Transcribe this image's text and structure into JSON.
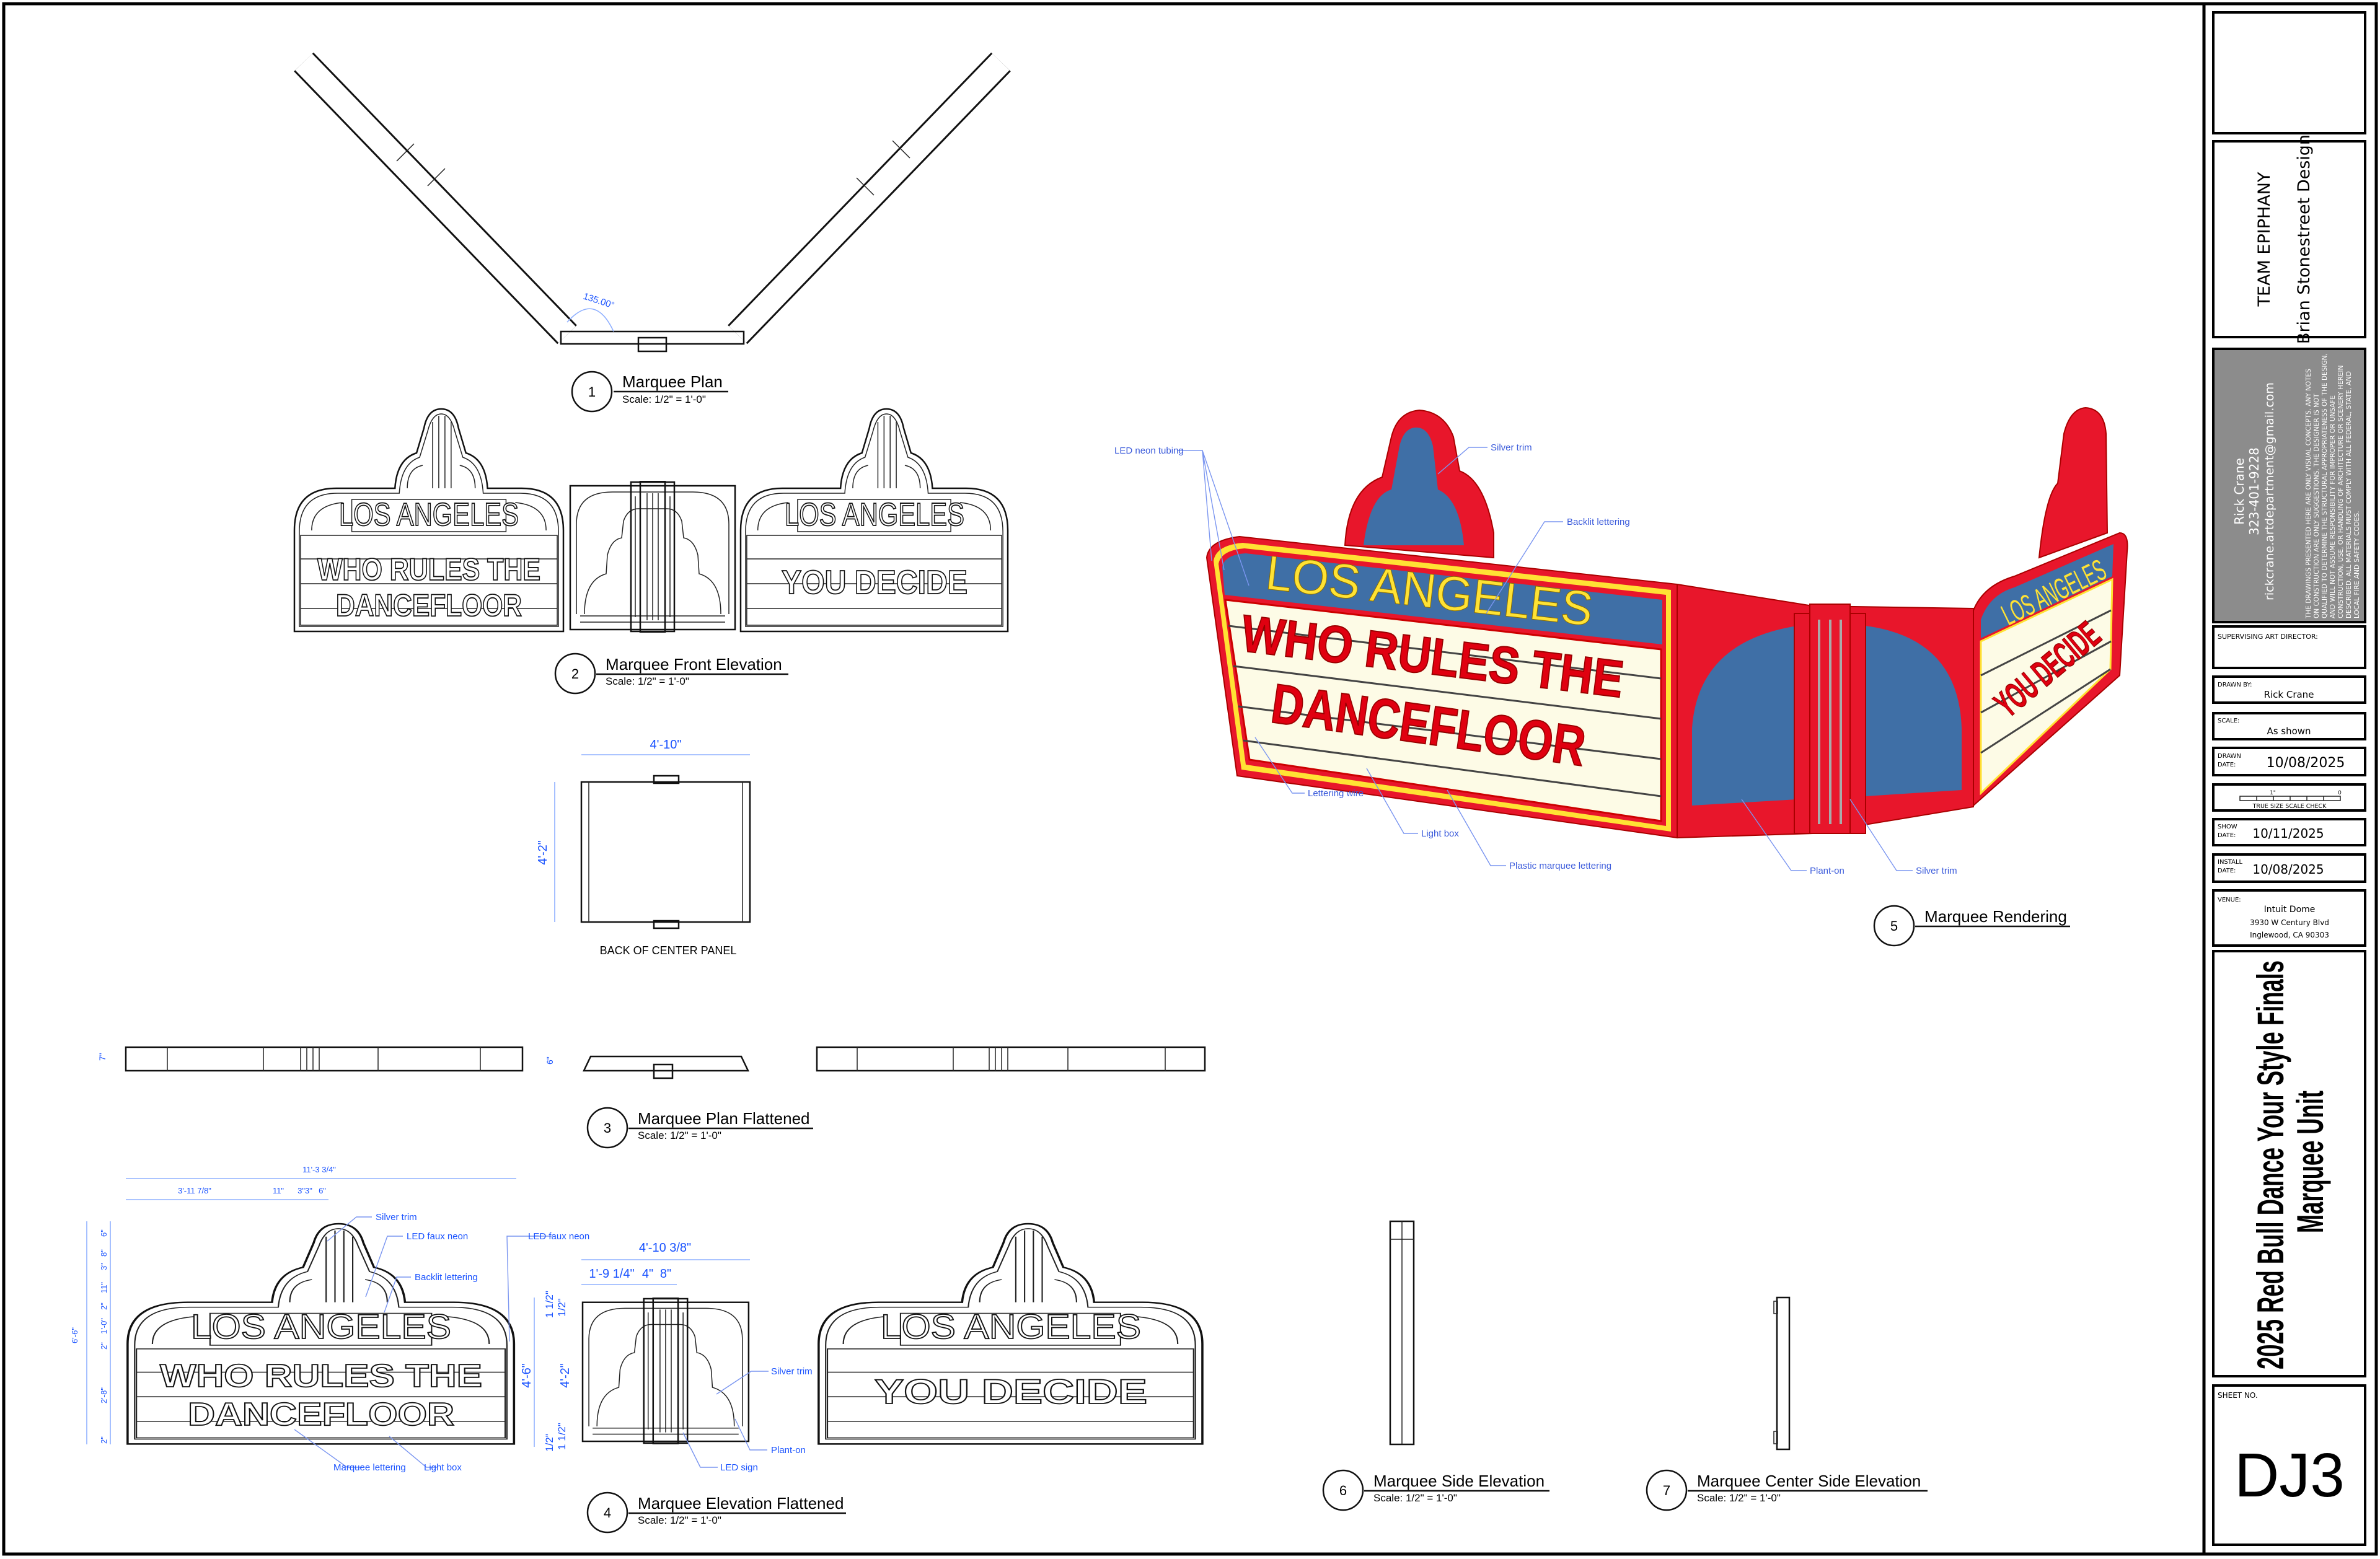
{
  "colors": {
    "annotation_blue": "#1a53ff",
    "render_red": "#e8162b",
    "render_blue": "#3f6fa6",
    "render_yellow": "#ffe234",
    "render_cream": "#fdfbe6",
    "title_gray": "#8c8c8c"
  },
  "marquee_text": {
    "line1": "LOS ANGELES",
    "line2": "WHO RULES THE",
    "line3": "DANCEFLOOR",
    "right": "YOU DECIDE"
  },
  "views": [
    {
      "number": "1",
      "title": "Marquee Plan",
      "scale": "Scale: 1/2\" = 1'-0\""
    },
    {
      "number": "2",
      "title": "Marquee Front Elevation",
      "scale": "Scale: 1/2\" = 1'-0\""
    },
    {
      "number": "3",
      "title": "Marquee Plan Flattened",
      "scale": "Scale: 1/2\" = 1'-0\""
    },
    {
      "number": "4",
      "title": "Marquee Elevation Flattened",
      "scale": "Scale: 1/2\" = 1'-0\""
    },
    {
      "number": "5",
      "title": "Marquee Rendering"
    },
    {
      "number": "6",
      "title": "Marquee Side Elevation",
      "scale": "Scale: 1/2\" = 1'-0\""
    },
    {
      "number": "7",
      "title": "Marquee Center Side Elevation",
      "scale": "Scale: 1/2\" = 1'-0\""
    }
  ],
  "plan": {
    "angle": "135.00°"
  },
  "back_panel": {
    "label": "BACK OF CENTER PANEL",
    "width": "4'-10\"",
    "height": "4'-2\""
  },
  "plan_flat": {
    "left_depth": "7\"",
    "center_depth": "6\""
  },
  "elevation_dims": {
    "overall_width": "11'-3 3/4\"",
    "segments": [
      "3'-11 7/8\"",
      "11\"",
      "3\"3\"",
      "6\""
    ],
    "overall_height": "6'-6\"",
    "left_heights": [
      "6\"",
      "8\"",
      "3\"",
      "11\"",
      "2\"",
      "1'-0\"",
      "2\"",
      "2'-8\"",
      "2\""
    ],
    "panel_height": "4'-6\"",
    "center_height": "4'-2\"",
    "half_inch": "1/2\"",
    "inch_half": "1 1/2\"",
    "center_width": "4'-10 3/8\"",
    "center_segments": [
      "1'-9 1/4\"",
      "4\"",
      "8\""
    ]
  },
  "annotations": {
    "silver_trim": "Silver trim",
    "led_faux_neon": "LED faux neon",
    "backlit_lettering": "Backlit lettering",
    "marquee_lettering": "Marquee lettering",
    "light_box": "Light box",
    "plant_on": "Plant-on",
    "led_sign": "LED sign"
  },
  "render_annotations": {
    "led_neon_tubing": "LED neon tubing",
    "silver_trim": "Silver trim",
    "backlit_lettering": "Backlit lettering",
    "lettering_wire": "Lettering wire",
    "light_box": "Light box",
    "plastic_marquee_lettering": "Plastic marquee lettering",
    "plant_on": "Plant-on",
    "silver_trim_2": "Silver trim"
  },
  "title_block": {
    "team": "TEAM EPIPHANY",
    "designer": "Brian Stonestreet Design",
    "contact_name": "Rick Crane",
    "phone": "323-401-9228",
    "email": "rickcrane.artdepartment@gmail.com",
    "disclaimer": [
      "THE DRAWINGS PRESENTED HERE ARE ONLY VISUAL CONCEPTS.  ANY NOTES",
      "ON CONSTRUCTION ARE ONLY SUGGESTIONS.  THE DESIGNER IS NOT",
      "QUALIFIED TO DETERMINE THE STRUCTURAL APPROPRIATENESS OF THE DESIGN,",
      "AND WILL NOT ASSUME RESPONSIBILITY FOR IMPROPER OR UNSAFE",
      "CONSTRUCTION, USE, OR HANDLING OF ARCHITECTURE OR SCENERY HEREIN",
      "DESCRIBED.  ALL MATERIALS MUST COMPLY WITH ALL FEDERAL, STATE, AND",
      "LOCAL FIRE AND SAFETY CODES."
    ],
    "supervising_label": "SUPERVISING ART DIRECTOR:",
    "drawn_by_label": "DRAWN BY:",
    "drawn_by": "Rick Crane",
    "scale_label": "SCALE:",
    "scale": "As shown",
    "drawn_date_label_1": "DRAWN",
    "drawn_date_label_2": "DATE:",
    "drawn_date": "10/08/2025",
    "scale_check_one": "1\"",
    "scale_check_zero": "0",
    "scale_check_label": "TRUE SIZE SCALE CHECK",
    "show_date_label_1": "SHOW",
    "show_date_label_2": "DATE:",
    "show_date": "10/11/2025",
    "install_date_label_1": "INSTALL",
    "install_date_label_2": "DATE:",
    "install_date": "10/08/2025",
    "venue_label": "VENUE:",
    "venue_name": "Intuit Dome",
    "venue_address_1": "3930 W Century Blvd",
    "venue_address_2": "Inglewood, CA 90303",
    "project_title": "2025 Red Bull Dance Your Style Finals",
    "unit_title": "Marquee Unit",
    "sheet_no_label": "SHEET NO.",
    "sheet_no": "DJ3"
  }
}
